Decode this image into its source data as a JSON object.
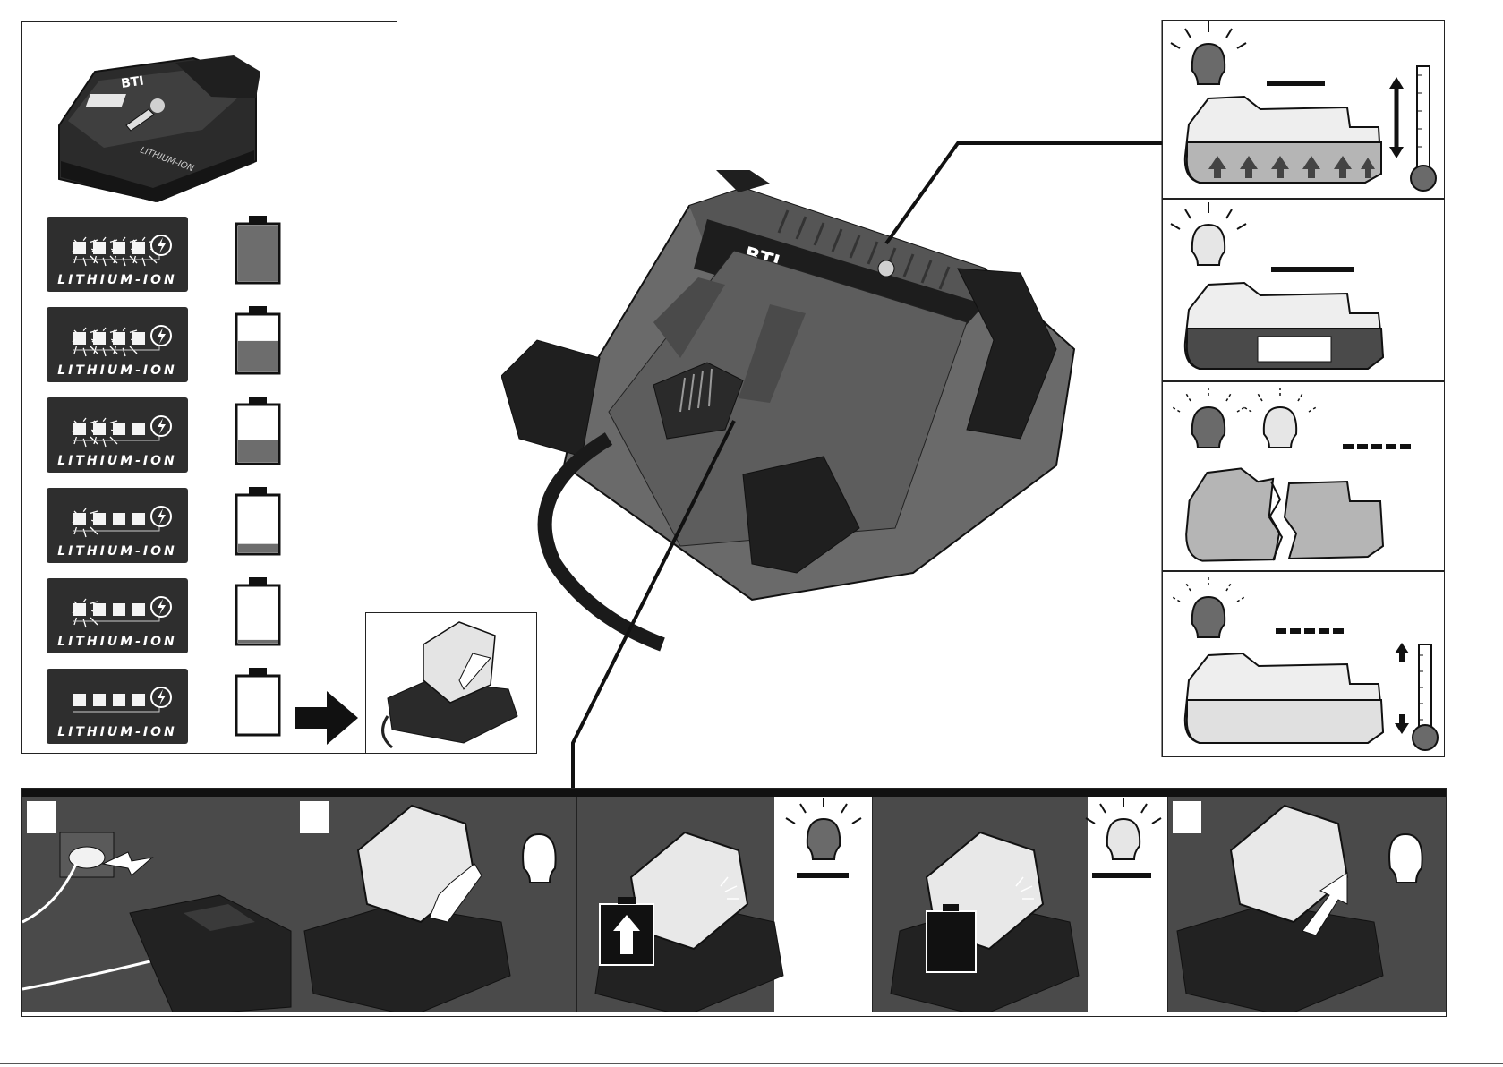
{
  "battery_pack": {
    "brand": "BTI",
    "side_label": "LITHIUM-ION"
  },
  "charger": {
    "brand": "BTI"
  },
  "fuel_gauge": {
    "label": "LITHIUM-ION",
    "levels": [
      {
        "lit_segments": 4,
        "fill_fraction": 1.0
      },
      {
        "lit_segments": 3,
        "fill_fraction": 0.55
      },
      {
        "lit_segments": 2,
        "fill_fraction": 0.4
      },
      {
        "lit_segments": 1,
        "fill_fraction": 0.15
      },
      {
        "lit_segments": 1,
        "fill_fraction": 0.05
      },
      {
        "lit_segments": 0,
        "fill_fraction": 0.0
      }
    ]
  },
  "indicator_states": [
    {
      "state": "steady-on-dark",
      "meaning": "temperature-out-of-range"
    },
    {
      "state": "steady-on-light",
      "meaning": "charged"
    },
    {
      "state": "alternating-flash",
      "meaning": "battery-defective"
    },
    {
      "state": "flashing",
      "meaning": "temperature-waiting"
    }
  ],
  "steps": [
    {
      "icon": "plug-in"
    },
    {
      "icon": "insert-battery",
      "lamp": "off"
    },
    {
      "icon": "charging",
      "lamp": "on-dark"
    },
    {
      "icon": "charged",
      "lamp": "on-light"
    },
    {
      "icon": "remove-battery",
      "lamp": "off"
    }
  ],
  "colors": {
    "dark_gray": "#4a4a4a",
    "mid_gray": "#6d6d6d",
    "light_gray": "#d9d9d9",
    "black": "#1a1a1a"
  }
}
